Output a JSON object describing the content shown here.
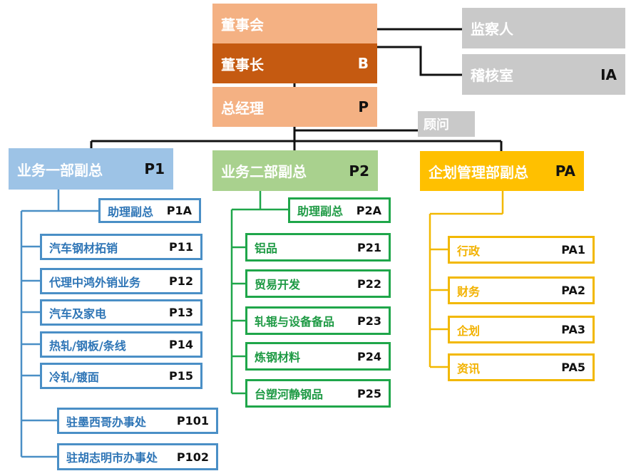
{
  "colors": {
    "salmon": "#F4B183",
    "dark_orange": "#C55A11",
    "gray": "#C9C9C9",
    "blue": "#9DC3E6",
    "blue_border": "#4A8FC6",
    "green": "#A9D18E",
    "green_border": "#1FA64A",
    "yellow": "#FFC000",
    "yellow_border": "#F2B800"
  },
  "top": {
    "board": "董事会",
    "chairman": {
      "label": "董事长",
      "code": "B"
    },
    "gm": {
      "label": "总经理",
      "code": "P"
    },
    "supervisor": "监察人",
    "audit": {
      "label": "稽核室",
      "code": "IA"
    },
    "advisor": "顾问"
  },
  "dept1": {
    "head": {
      "label": "业务一部副总",
      "code": "P1"
    },
    "assistant": {
      "label": "助理副总",
      "code": "P1A"
    },
    "units": [
      {
        "label": "汽车钢材拓销",
        "code": "P11"
      },
      {
        "label": "代理中鸿外销业务",
        "code": "P12"
      },
      {
        "label": "汽车及家电",
        "code": "P13"
      },
      {
        "label": "热轧/钢板/条线",
        "code": "P14"
      },
      {
        "label": "冷轧/镀面",
        "code": "P15"
      }
    ],
    "offices": [
      {
        "label": "驻墨西哥办事处",
        "code": "P101"
      },
      {
        "label": "驻胡志明市办事处",
        "code": "P102"
      }
    ]
  },
  "dept2": {
    "head": {
      "label": "业务二部副总",
      "code": "P2"
    },
    "assistant": {
      "label": "助理副总",
      "code": "P2A"
    },
    "units": [
      {
        "label": "铝品",
        "code": "P21"
      },
      {
        "label": "贸易开发",
        "code": "P22"
      },
      {
        "label": "轧辊与设备备品",
        "code": "P23"
      },
      {
        "label": "炼钢材料",
        "code": "P24"
      },
      {
        "label": "台塑河静钢品",
        "code": "P25"
      }
    ]
  },
  "dept3": {
    "head": {
      "label": "企划管理部副总",
      "code": "PA"
    },
    "units": [
      {
        "label": "行政",
        "code": "PA1"
      },
      {
        "label": "财务",
        "code": "PA2"
      },
      {
        "label": "企划",
        "code": "PA3"
      },
      {
        "label": "资讯",
        "code": "PA5"
      }
    ]
  }
}
